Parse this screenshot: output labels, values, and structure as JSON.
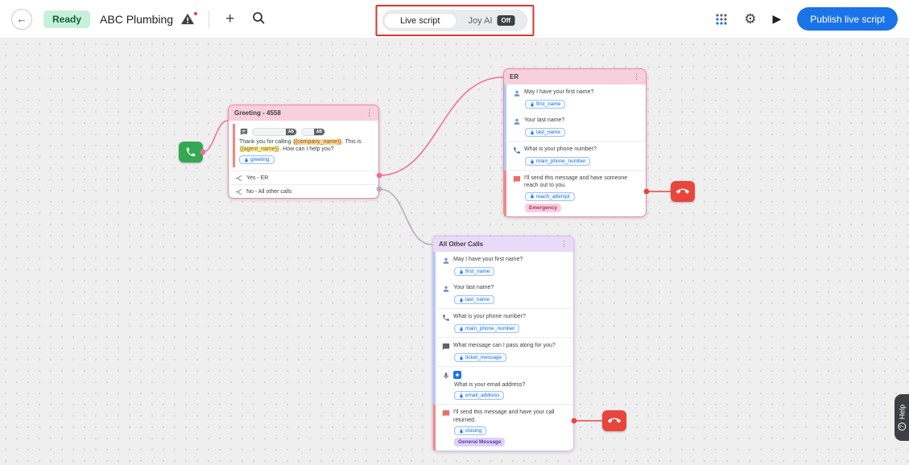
{
  "icons": {
    "back": "←",
    "plus": "+",
    "kebab": "⋮",
    "gear": "⚙",
    "play": "▶",
    "ab": "AB",
    "help_q": "?"
  },
  "colors": {
    "accent_blue": "#1a73e8",
    "annotation_red": "#e0342c",
    "node_pink_border": "#ef87ac",
    "node_purple_border": "#dcbcf2",
    "danger_red": "#e8453c",
    "phone_green": "#34a853",
    "ready_badge_bg": "#c7f0dc",
    "ready_badge_text": "#0d652d"
  },
  "toolbar": {
    "status_badge": "Ready",
    "title": "ABC Plumbing",
    "toggle": {
      "live_label": "Live script",
      "joy_label": "Joy AI",
      "joy_state": "Off"
    },
    "publish_label": "Publish live script"
  },
  "canvas": {
    "greeting_node": {
      "title": "Greeting - 4558",
      "message": {
        "pre": "Thank you for calling ",
        "company_token": "{{company_name}}",
        "mid": ". This is ",
        "agent_token": "{{agent_name}}",
        "post": ". How can I help you?"
      },
      "chip": "greeting",
      "branches": [
        {
          "label": "Yes - ER"
        },
        {
          "label": "No - All other calls"
        }
      ]
    },
    "er_node": {
      "title": "ER",
      "items": [
        {
          "q": "May I have your first name?",
          "chip": "first_name"
        },
        {
          "q": "Your last name?",
          "chip": "last_name"
        },
        {
          "q": "What is your phone number?",
          "chip": "main_phone_number"
        },
        {
          "q": "I'll send this message and have someone reach out to you.",
          "chip": "reach_attempt",
          "badge": "Emergency"
        }
      ]
    },
    "all_other_node": {
      "title": "All Other Calls",
      "items": [
        {
          "q": "May I have your first name?",
          "chip": "first_name"
        },
        {
          "q": "Your last name?",
          "chip": "last_name"
        },
        {
          "q": "What is your phone number?",
          "chip": "main_phone_number"
        },
        {
          "q": "What message can I pass along for you?",
          "chip": "ticket_message"
        },
        {
          "q": "What is your email address?",
          "chip": "email_address"
        },
        {
          "q": "I'll send this message and have your call returned.",
          "chip": "closing",
          "badge": "General Message"
        }
      ]
    }
  },
  "help_tab": {
    "label": "Help"
  }
}
